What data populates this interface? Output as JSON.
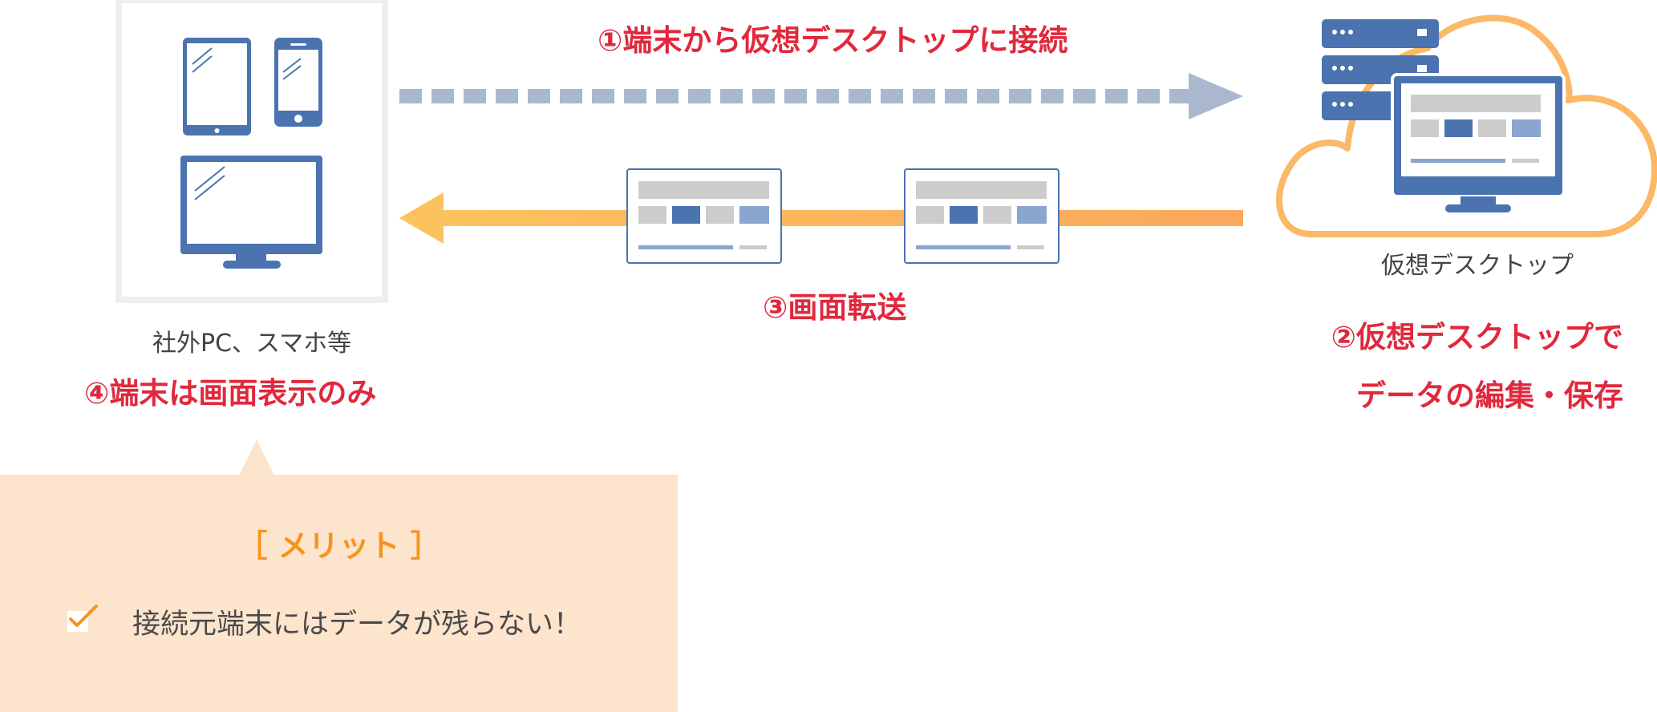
{
  "labels": {
    "step1": "①端末から仮想デスクトップに接続",
    "step2_line1": "②仮想デスクトップで",
    "step2_line2": "データの編集・保存",
    "step3": "③画面転送",
    "step4": "④端末は画面表示のみ",
    "device_caption": "社外PC、スマホ等",
    "virtual_desktop_caption": "仮想デスクトップ"
  },
  "merit": {
    "title": "［ メリット ］",
    "items": [
      "接続元端末にはデータが残らない！"
    ]
  },
  "colors": {
    "red": "#e1283c",
    "orange": "#f7941d",
    "blue": "#4a73b0",
    "dash_gray_blue": "#a9b8cf",
    "cloud_orange": "#fbb866",
    "merit_bg": "#fde4cd"
  },
  "icons": [
    "tablet-icon",
    "smartphone-icon",
    "monitor-icon",
    "server-icon",
    "cloud-icon",
    "screen-thumbnail-icon",
    "checkmark-icon"
  ]
}
